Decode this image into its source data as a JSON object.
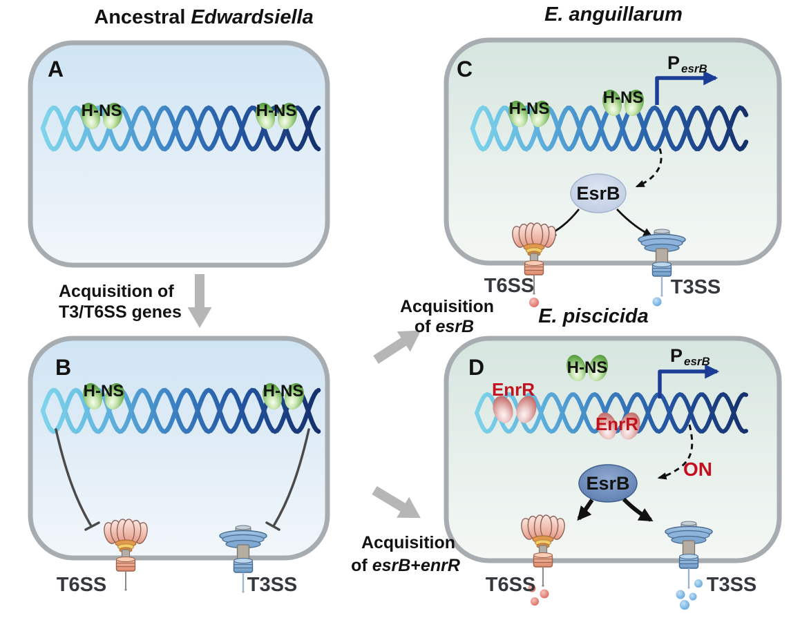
{
  "header": {
    "ancestral_title_plain": "Ancestral",
    "ancestral_title_italic": "Edwardsiella",
    "anguillarum_title": "E. anguillarum",
    "piscicida_title": "E. piscicida"
  },
  "panel_a": {
    "letter": "A",
    "hns_left": "H-NS",
    "hns_right": "H-NS"
  },
  "panel_b": {
    "letter": "B",
    "hns_left": "H-NS",
    "hns_right": "H-NS",
    "t6ss_label": "T6SS",
    "t3ss_label": "T3SS"
  },
  "panel_c": {
    "letter": "C",
    "hns_left": "H-NS",
    "hns_right": "H-NS",
    "promoter_p": "P",
    "promoter_sub": "esrB",
    "esrb_label": "EsrB",
    "t6ss_label": "T6SS",
    "t3ss_label": "T3SS"
  },
  "panel_d": {
    "letter": "D",
    "hns_label": "H-NS",
    "enrr_left": "EnrR",
    "enrr_mid": "EnrR",
    "promoter_p": "P",
    "promoter_sub": "esrB",
    "esrb_label": "EsrB",
    "on_label": "ON",
    "t6ss_label": "T6SS",
    "t3ss_label": "T3SS"
  },
  "transitions": {
    "a_to_b_line1": "Acquisition of",
    "a_to_b_line2": "T3/T6SS genes",
    "b_to_c_line1": "Acquisition",
    "b_to_c_line2_prefix": "of",
    "b_to_c_line2_gene": "esrB",
    "b_to_d_line1": "Acquisition",
    "b_to_d_line2_prefix": "of",
    "b_to_d_line2_gene1": "esrB",
    "b_to_d_line2_plus": "+",
    "b_to_d_line2_gene2": "enrR"
  },
  "colors": {
    "cell_border": "#a7acb0",
    "cell_blue_top": "#cfe4f4",
    "cell_green_top": "#d8e6e0",
    "dna_light": "#7fd4ea",
    "dna_dark": "#15306b",
    "hns_green": "#5a9e44",
    "enrr_red": "#c2121c",
    "esrb_light": "#c3d0e5",
    "esrb_dark": "#6889bd",
    "promoter_navy": "#1c3d96",
    "on_red": "#c40f1e",
    "t6ss_salmon": "#eda88f",
    "t3ss_blue": "#7fa9d2",
    "arrow_gray": "#b6b6b6",
    "inhibition_gray": "#4a4a4a",
    "effector_red": "#d4564d",
    "effector_blue": "#4f9bd7"
  }
}
